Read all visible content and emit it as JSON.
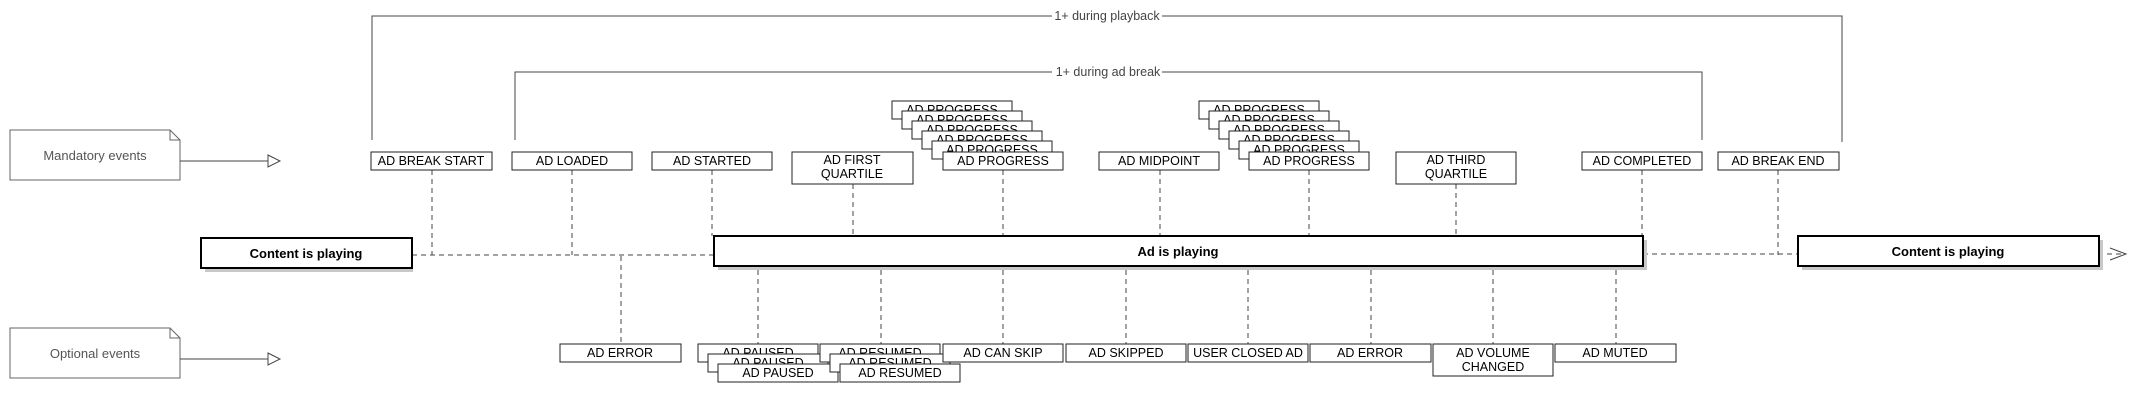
{
  "notes": {
    "mandatory": "Mandatory events",
    "optional": "Optional events"
  },
  "braces": {
    "playback": "1+ during playback",
    "ad_break": "1+ during ad break"
  },
  "mandatory_events": {
    "ad_break_start": "AD BREAK START",
    "ad_loaded": "AD LOADED",
    "ad_started": "AD STARTED",
    "first_quartile": [
      "AD FIRST",
      "QUARTILE"
    ],
    "progress_1": "AD PROGRESS",
    "midpoint": "AD MIDPOINT",
    "progress_2": "AD PROGRESS",
    "third_quartile": [
      "AD THIRD",
      "QUARTILE"
    ],
    "completed": "AD COMPLETED",
    "break_end": "AD BREAK END"
  },
  "playing": {
    "content_left": "Content is playing",
    "ad": "Ad is playing",
    "content_right": "Content is playing"
  },
  "optional_events": {
    "ad_error_1": "AD ERROR",
    "paused": "AD PAUSED",
    "resumed": "AD RESUMED",
    "can_skip": "AD CAN SKIP",
    "skipped": "AD SKIPPED",
    "user_closed": "USER CLOSED AD",
    "ad_error_2": "AD ERROR",
    "volume_changed": [
      "AD VOLUME",
      "CHANGED"
    ],
    "muted": "AD MUTED"
  }
}
